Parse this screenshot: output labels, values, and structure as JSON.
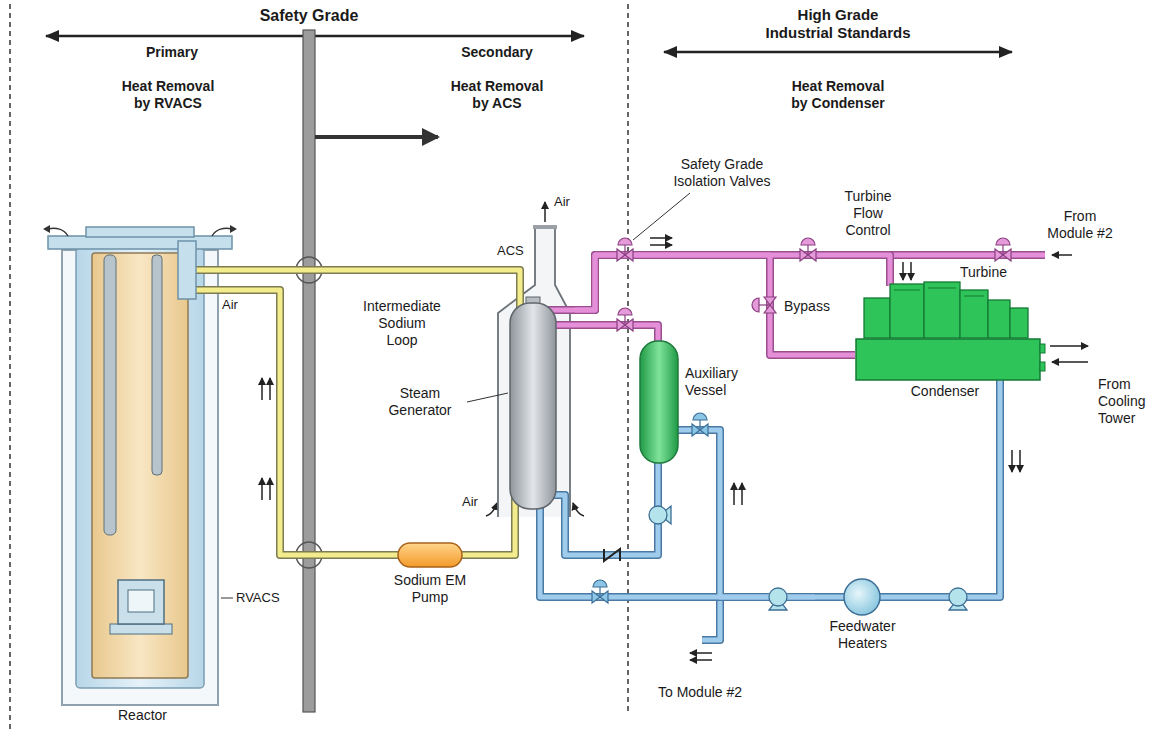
{
  "diagram": {
    "nodes": [
      {
        "text": [
          "Reactor"
        ]
      },
      {
        "text": [
          "Steam Generator"
        ]
      },
      {
        "text": [
          "Sodium EM Pump"
        ]
      },
      {
        "text": [
          "Auxiliary Vessel"
        ]
      },
      {
        "text": [
          "Turbine"
        ]
      },
      {
        "text": [
          "Condenser"
        ]
      },
      {
        "text": [
          "Feedwater Heaters"
        ]
      }
    ],
    "edges": [
      {
        "from": 0,
        "to": 1,
        "label": "Intermediate Sodium Loop",
        "arrow": "none"
      },
      {
        "from": 1,
        "to": 2,
        "arrow": "none"
      },
      {
        "from": 2,
        "to": 0,
        "arrow": "none"
      },
      {
        "from": 1,
        "to": 4,
        "arrow": "none"
      },
      {
        "from": 1,
        "to": 5,
        "label": "Bypass",
        "arrow": "none"
      },
      {
        "from": 1,
        "to": 3,
        "arrow": "none"
      },
      {
        "from": 5,
        "to": 6,
        "arrow": "none"
      },
      {
        "from": 6,
        "to": 1,
        "arrow": "none"
      },
      {
        "from": 6,
        "to": 3,
        "arrow": "none"
      },
      {
        "from": 3,
        "to": 1,
        "arrow": "none"
      }
    ],
    "labels": [
      "Safety Grade",
      "Primary",
      "Secondary",
      "Heat Removal by RVACS",
      "Heat Removal by ACS",
      "High Grade Industrial Standards",
      "Heat Removal by Condenser",
      "Air",
      "ACS",
      "Safety Grade Isolation Valves",
      "Turbine Flow Control",
      "From Module #2",
      "From Cooling Tower",
      "Air",
      "Air",
      "RVACS",
      "To Module #2"
    ]
  }
}
